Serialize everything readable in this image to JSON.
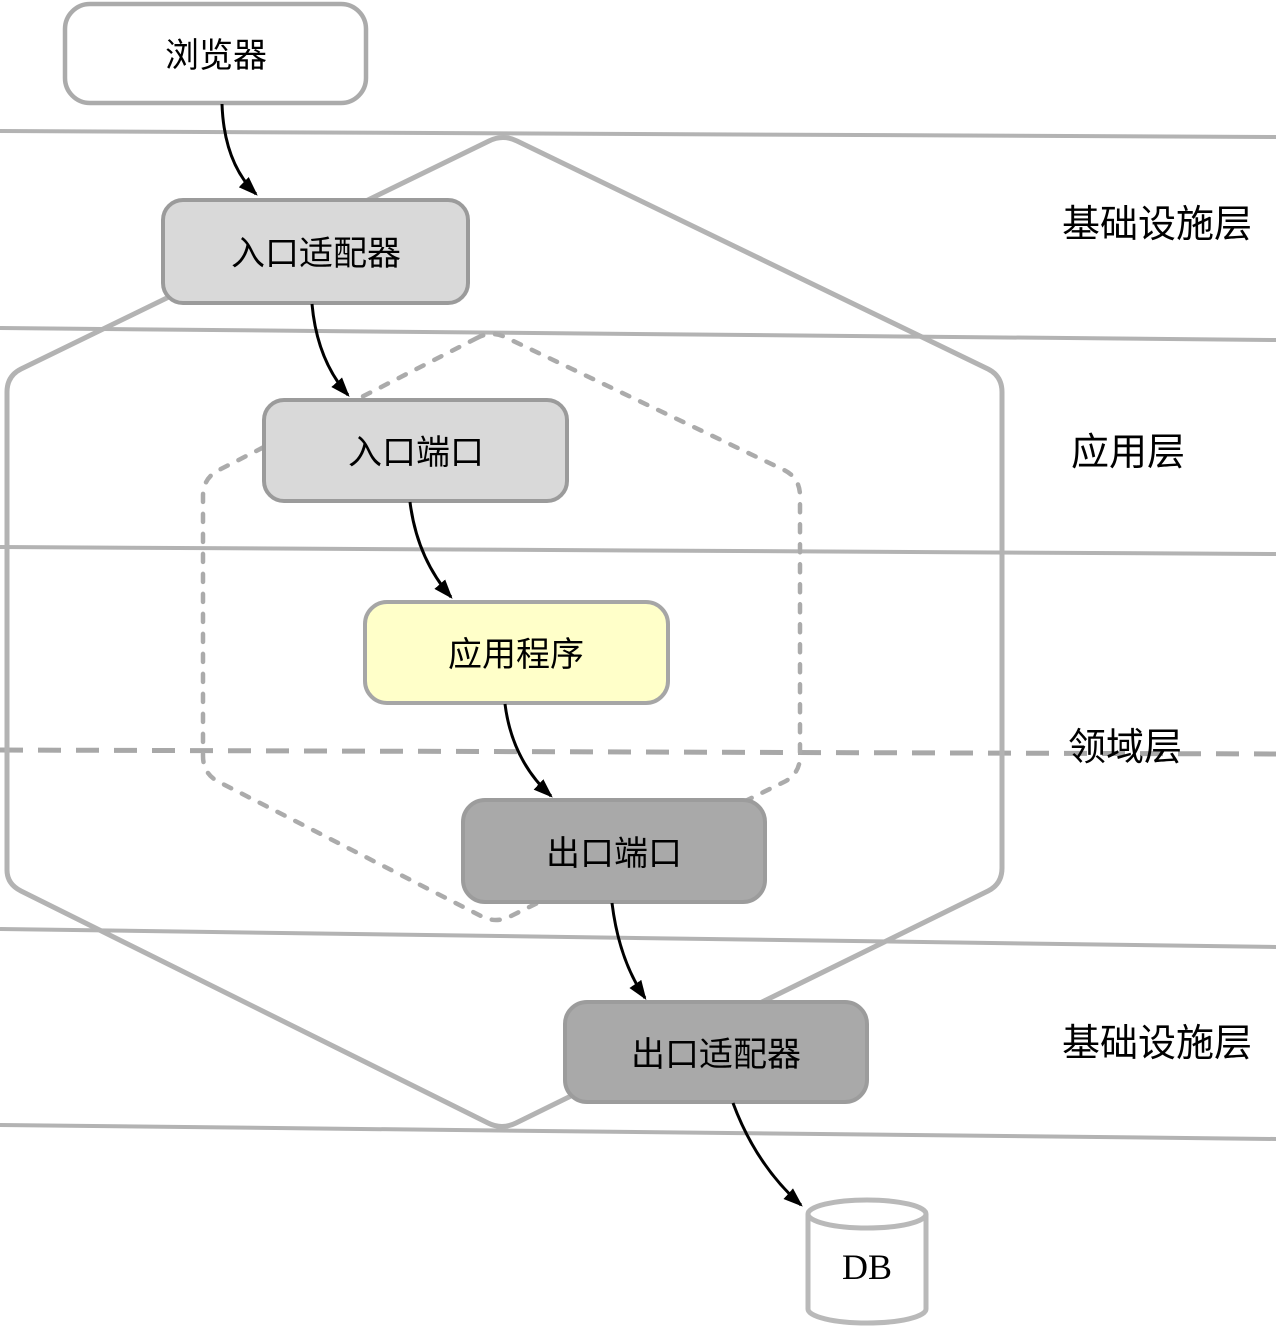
{
  "diagram": {
    "nodes": {
      "browser": {
        "label": "浏览器"
      },
      "inbound_adapter": {
        "label": "入口适配器"
      },
      "inbound_port": {
        "label": "入口端口"
      },
      "application": {
        "label": "应用程序"
      },
      "outbound_port": {
        "label": "出口端口"
      },
      "outbound_adapter": {
        "label": "出口适配器"
      },
      "db": {
        "label": "DB"
      }
    },
    "layer_labels": {
      "infrastructure_top": "基础设施层",
      "application_layer": "应用层",
      "domain_layer": "领域层",
      "infrastructure_bottom": "基础设施层"
    },
    "colors": {
      "layer_line": "#b3b3b3",
      "outer_hexagon": "#b3b3b3",
      "inner_hexagon_dot": "#ababab",
      "domain_dash": "#a8a8a8",
      "browser_fill": "#ffffff",
      "browser_border": "#ababab",
      "light_box_fill": "#d9d9d9",
      "light_box_border": "#9b9b9b",
      "yellow_box_fill": "#ffffc9",
      "yellow_box_border": "#a6a6a6",
      "dark_box_fill": "#a9a9a9",
      "dark_box_border": "#9c9c9c",
      "db_fill": "#ffffff",
      "db_border": "#b9b9b9",
      "arrow": "#000000"
    }
  }
}
